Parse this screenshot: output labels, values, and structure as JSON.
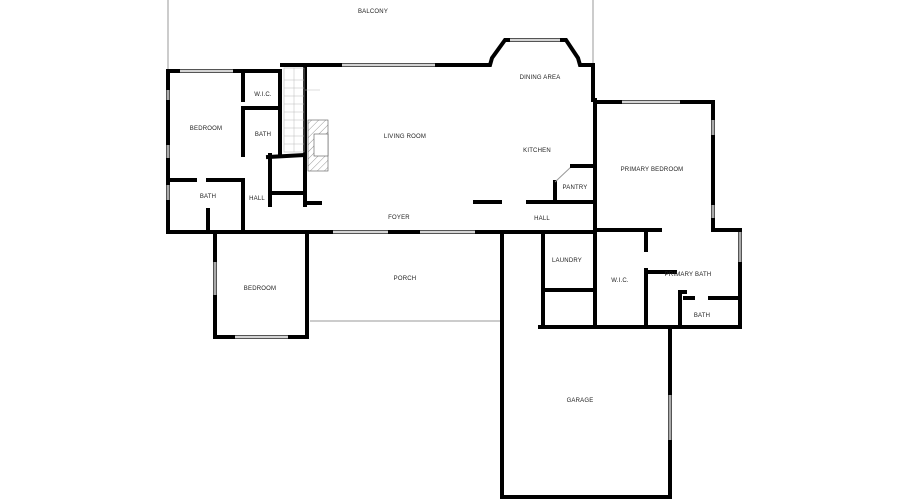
{
  "floor_plan": {
    "rooms": {
      "balcony": "BALCONY",
      "dining_area": "DINING AREA",
      "wic_left": "W.I.C.",
      "bedroom_left": "BEDROOM",
      "bath_upper": "BATH",
      "living_room": "LIVING ROOM",
      "kitchen": "KITCHEN",
      "primary_bedroom": "PRIMARY BEDROOM",
      "pantry": "PANTRY",
      "bath_left": "BATH",
      "hall_left": "HALL",
      "foyer": "FOYER",
      "hall_right": "HALL",
      "laundry": "LAUNDRY",
      "bedroom_lower": "BEDROOM",
      "porch": "PORCH",
      "wic_right": "W.I.C.",
      "primary_bath": "PRIMARY BATH",
      "bath_right": "BATH",
      "garage": "GARAGE"
    },
    "colors": {
      "wall": "#000000",
      "window": "#aaaaaa",
      "background": "#ffffff"
    }
  }
}
